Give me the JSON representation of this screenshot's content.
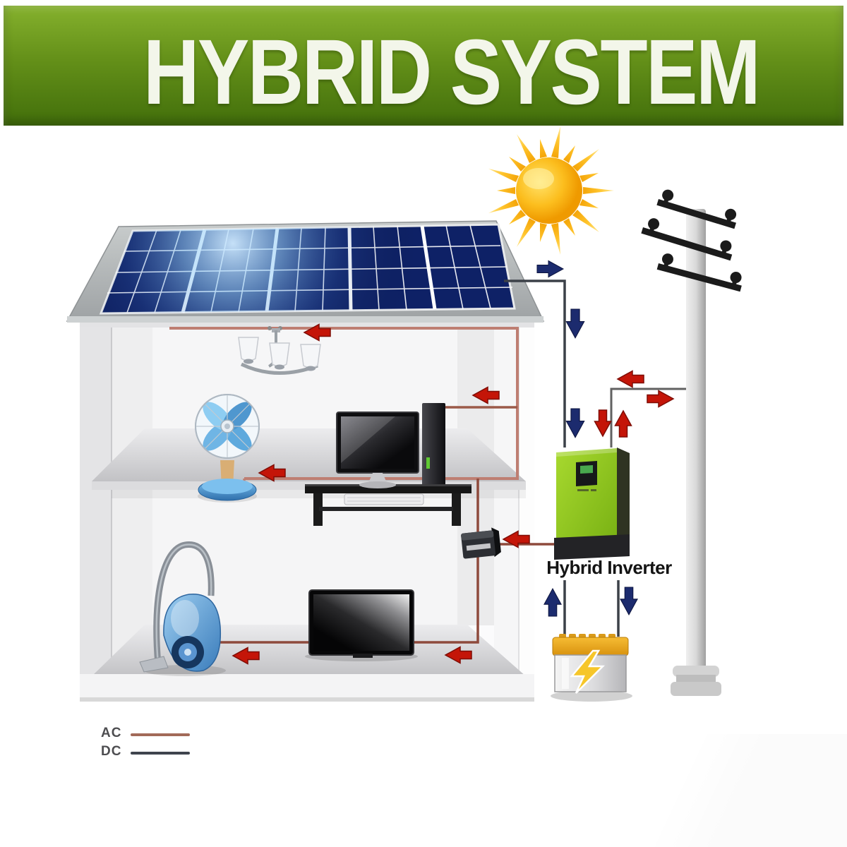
{
  "banner": {
    "title": "HYBRID SYSTEM",
    "bg_top": "#85B12D",
    "bg_bottom": "#426F0B",
    "text_color": "#F3F6EA"
  },
  "diagram": {
    "labels": {
      "inverter": "Hybrid Inverter"
    },
    "legend": {
      "ac": {
        "label": "AC",
        "line_color": "#A26A58"
      },
      "dc": {
        "label": "DC",
        "line_color": "#3F444D"
      }
    },
    "flows": {
      "ac_arrow_color": "#C41508",
      "dc_arrow_color": "#1C2B6E"
    },
    "components": {
      "solar_panel": {
        "cell_color": "#0E2166",
        "grid_line_color": "#FFFFFF",
        "frame_color": "#AAAEB0"
      },
      "sun": {
        "core_color": "#F5A300",
        "ray_tip_color": "#FFE98F"
      },
      "utility_pole": {
        "pole_color": "#D6D6D6",
        "crossarm_color": "#1B1B1B"
      },
      "hybrid_inverter": {
        "body_color": "#8CC91F",
        "base_color": "#242427",
        "screen_color": "#49A84E"
      },
      "battery": {
        "cap_color": "#EFA81F",
        "body_color": "#D9D9DB",
        "bolt_color": "#F6C62A"
      },
      "house": {
        "wall_color": "#F2F2F3",
        "floor_color": "#D4D4D6",
        "roof_color": "#AEB2B3"
      },
      "wires": {
        "ac_light": "#BE7E72",
        "ac_dark": "#8E4A3C",
        "dc": "#3C4148",
        "grid": "#616161"
      }
    }
  }
}
